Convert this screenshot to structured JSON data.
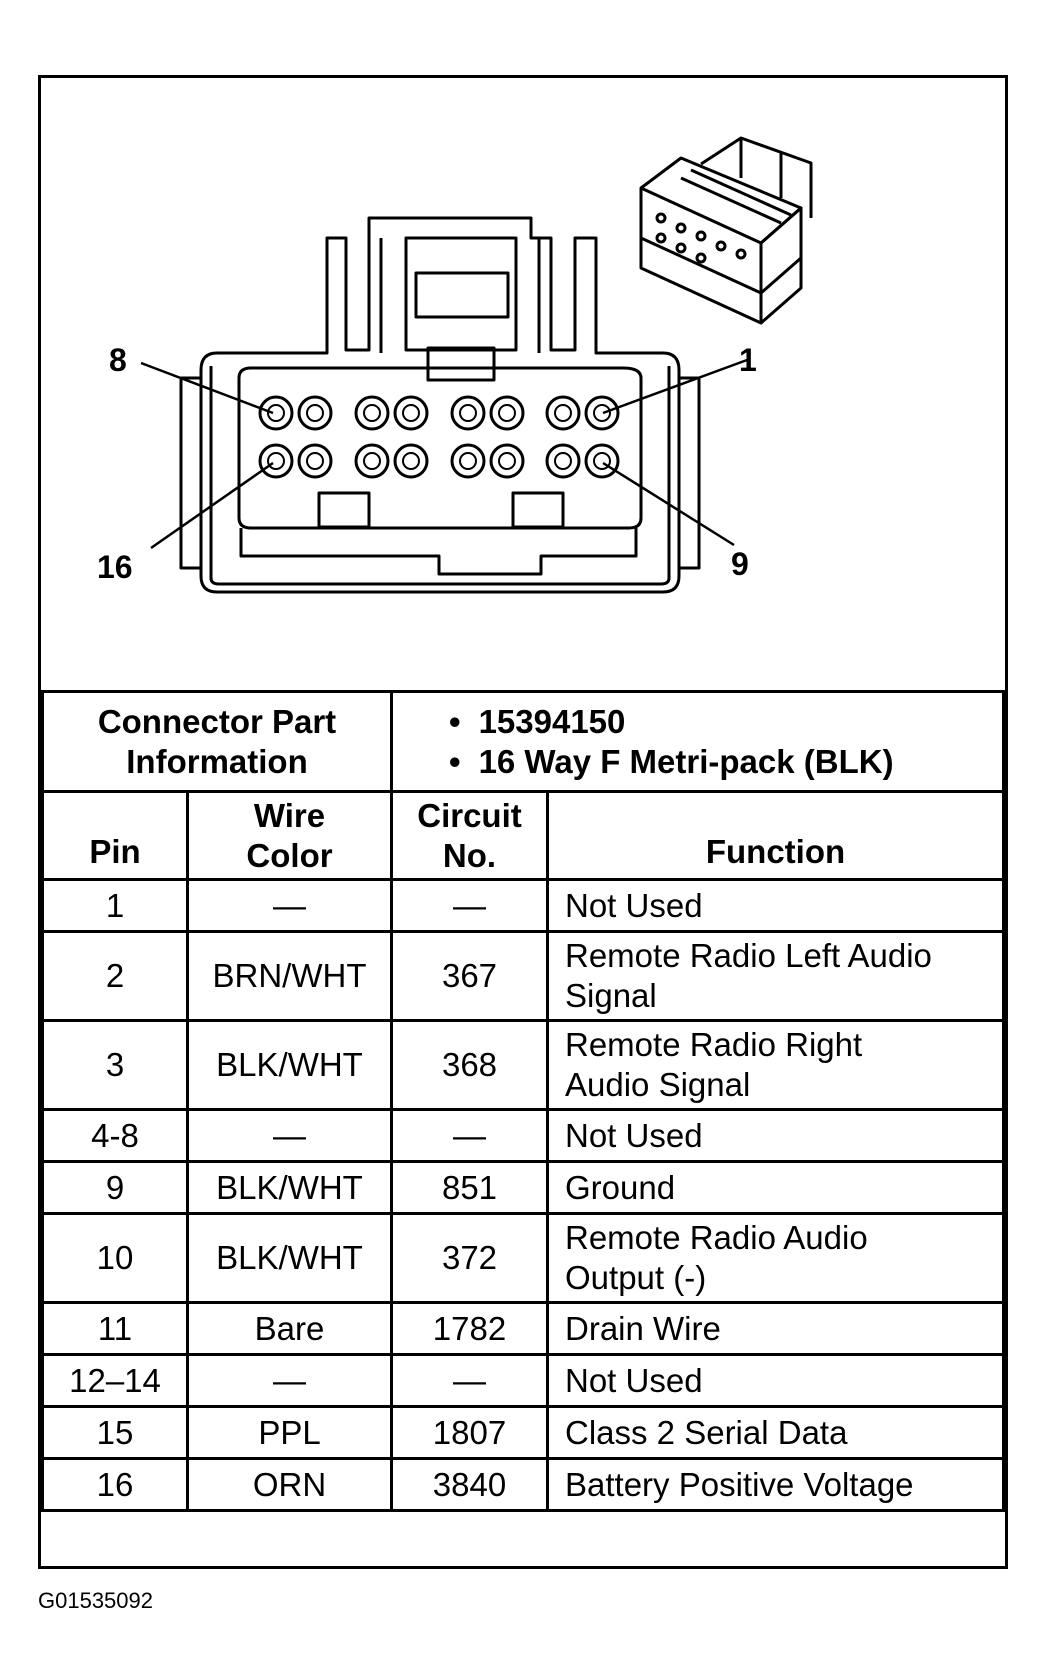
{
  "diagram": {
    "pin_callouts": [
      "8",
      "1",
      "16",
      "9"
    ]
  },
  "part_info": {
    "label": "Connector Part Information",
    "items": [
      "15394150",
      "16 Way F Metri-pack (BLK)"
    ]
  },
  "table": {
    "headers": {
      "pin": "Pin",
      "wire_color": "Wire Color",
      "circuit_no": "Circuit No.",
      "function": "Function"
    },
    "rows": [
      {
        "pin": "1",
        "wire_color": "—",
        "circuit_no": "—",
        "function": "Not Used"
      },
      {
        "pin": "2",
        "wire_color": "BRN/WHT",
        "circuit_no": "367",
        "function": "Remote Radio Left Audio Signal"
      },
      {
        "pin": "3",
        "wire_color": "BLK/WHT",
        "circuit_no": "368",
        "function": "Remote Radio Right Audio Signal"
      },
      {
        "pin": "4-8",
        "wire_color": "—",
        "circuit_no": "—",
        "function": "Not Used"
      },
      {
        "pin": "9",
        "wire_color": "BLK/WHT",
        "circuit_no": "851",
        "function": "Ground"
      },
      {
        "pin": "10",
        "wire_color": "BLK/WHT",
        "circuit_no": "372",
        "function": "Remote Radio Audio Output (-)"
      },
      {
        "pin": "11",
        "wire_color": "Bare",
        "circuit_no": "1782",
        "function": "Drain Wire"
      },
      {
        "pin": "12–14",
        "wire_color": "—",
        "circuit_no": "—",
        "function": "Not Used"
      },
      {
        "pin": "15",
        "wire_color": "PPL",
        "circuit_no": "1807",
        "function": "Class 2 Serial Data"
      },
      {
        "pin": "16",
        "wire_color": "ORN",
        "circuit_no": "3840",
        "function": "Battery Positive Voltage"
      }
    ]
  },
  "figure_id": "G01535092"
}
